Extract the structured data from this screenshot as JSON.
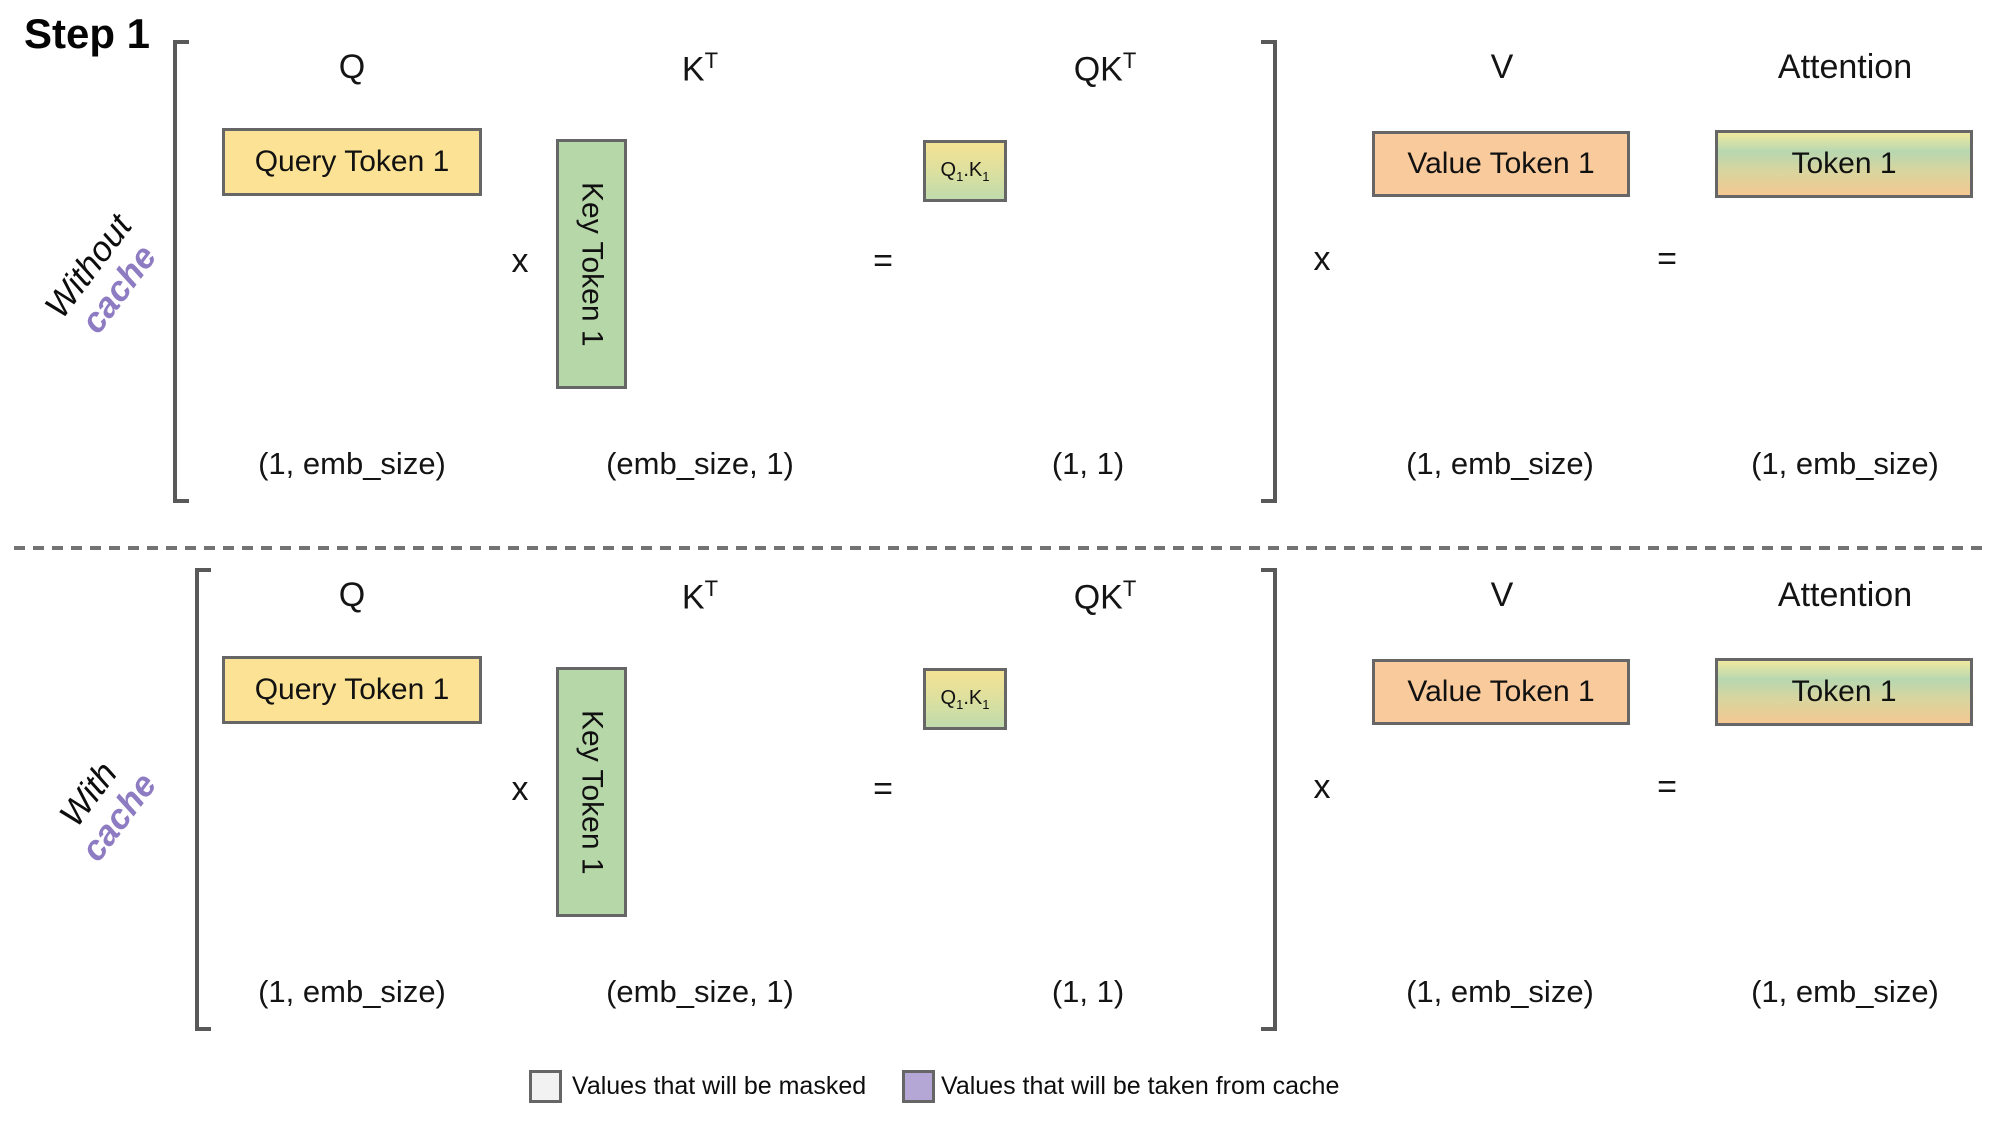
{
  "title": "Step 1",
  "colors": {
    "query_box": "#fbe294",
    "key_box": "#b6d7a8",
    "value_box": "#f9cb9c",
    "qk_gradient_top": "#f4e294",
    "qk_gradient_bottom": "#c0dbac",
    "attention_gradient": [
      "#efe9a0",
      "#b7d7b0",
      "#d9d59e",
      "#f4c892"
    ],
    "cache_text": "#8e7cc3",
    "legend_masked": "#f2f2f2",
    "legend_cache": "#b4a7d6",
    "box_border": "#666666",
    "bracket": "#595959"
  },
  "sections": [
    {
      "row_label": {
        "line1": "Without",
        "line2": "cache"
      },
      "operators": {
        "times1": "x",
        "equals1": "=",
        "times2": "x",
        "equals2": "="
      },
      "columns": {
        "q": {
          "header": "Q",
          "box": "Query Token 1",
          "dim": "(1, emb_size)"
        },
        "k": {
          "header_base": "K",
          "header_sup": "T",
          "box": "Key Token 1",
          "dim": "(emb_size, 1)"
        },
        "qk": {
          "header_base": "QK",
          "header_sup": "T",
          "dim": "(1, 1)",
          "cell": {
            "base1": "Q",
            "sub1": "1",
            "dot": ".",
            "base2": "K",
            "sub2": "1"
          }
        },
        "v": {
          "header": "V",
          "box": "Value Token 1",
          "dim": "(1, emb_size)"
        },
        "attention": {
          "header": "Attention",
          "box": "Token 1",
          "dim": "(1, emb_size)"
        }
      }
    },
    {
      "row_label": {
        "line1": "With",
        "line2": "cache"
      },
      "operators": {
        "times1": "x",
        "equals1": "=",
        "times2": "x",
        "equals2": "="
      },
      "columns": {
        "q": {
          "header": "Q",
          "box": "Query Token 1",
          "dim": "(1, emb_size)"
        },
        "k": {
          "header_base": "K",
          "header_sup": "T",
          "box": "Key Token 1",
          "dim": "(emb_size, 1)"
        },
        "qk": {
          "header_base": "QK",
          "header_sup": "T",
          "dim": "(1, 1)",
          "cell": {
            "base1": "Q",
            "sub1": "1",
            "dot": ".",
            "base2": "K",
            "sub2": "1"
          }
        },
        "v": {
          "header": "V",
          "box": "Value Token 1",
          "dim": "(1, emb_size)"
        },
        "attention": {
          "header": "Attention",
          "box": "Token 1",
          "dim": "(1, emb_size)"
        }
      }
    }
  ],
  "legend": {
    "masked_label": "Values that will be masked",
    "cache_label": "Values that will be taken from cache"
  }
}
